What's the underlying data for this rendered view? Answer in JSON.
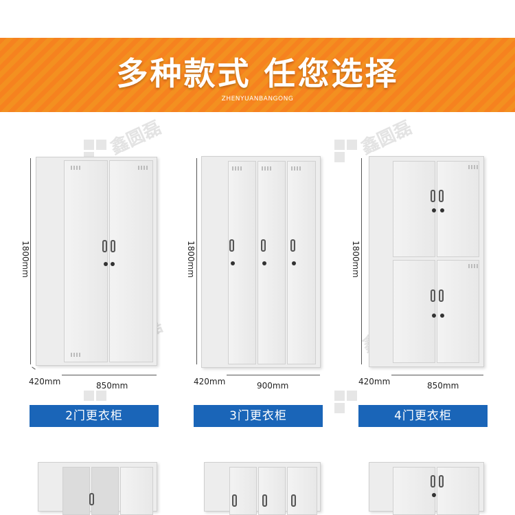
{
  "banner": {
    "title": "多种款式 任您选择",
    "subtitle": "ZHENYUANBANGONG"
  },
  "watermark": {
    "text": "鑫圆磊"
  },
  "products": [
    {
      "label": "2门更衣柜",
      "height": "1800mm",
      "depth": "420mm",
      "width": "850mm"
    },
    {
      "label": "3门更衣柜",
      "height": "1800mm",
      "depth": "420mm",
      "width": "900mm"
    },
    {
      "label": "4门更衣柜",
      "height": "1800mm",
      "depth": "420mm",
      "width": "850mm"
    }
  ],
  "colors": {
    "banner": "#f6821f",
    "label": "#1a65b8"
  }
}
